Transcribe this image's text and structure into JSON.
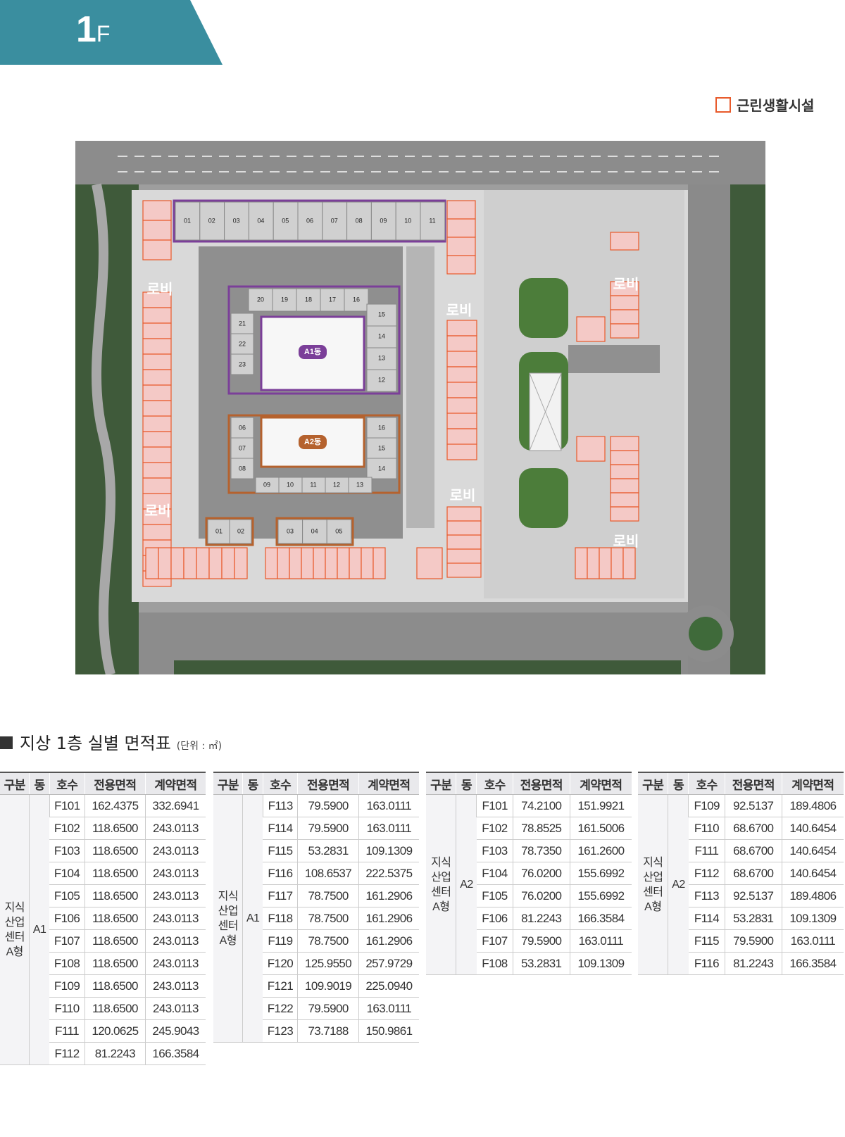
{
  "header": {
    "floor_number": "1",
    "floor_suffix": "F"
  },
  "legend": {
    "label": "근린생활시설",
    "color": "#e85a2b"
  },
  "plan": {
    "lobby_label": "로비",
    "buildings": [
      {
        "label": "A1동",
        "color": "#7b3f99"
      },
      {
        "label": "A2동",
        "color": "#b5622e"
      }
    ],
    "top_units": [
      "01",
      "02",
      "03",
      "04",
      "05",
      "06",
      "07",
      "08",
      "09",
      "10",
      "11"
    ],
    "a1_top_units": [
      "20",
      "19",
      "18",
      "17",
      "16"
    ],
    "a1_left_units": [
      "21",
      "22",
      "23"
    ],
    "a1_right_units": [
      "15",
      "14",
      "13",
      "12"
    ],
    "a2_left_units": [
      "06",
      "07",
      "08"
    ],
    "a2_right_units": [
      "16",
      "15",
      "14"
    ],
    "a2_bottom_units": [
      "09",
      "10",
      "11",
      "12",
      "13"
    ],
    "bottom_left_units": [
      "01",
      "02"
    ],
    "bottom_mid_units": [
      "03",
      "04",
      "05"
    ]
  },
  "section": {
    "title": "지상 1층 실별 면적표",
    "unit": "(단위 : ㎡)"
  },
  "table_headers": [
    "구분",
    "동",
    "호수",
    "전용면적",
    "계약면적"
  ],
  "tables": [
    {
      "group": [
        "지식",
        "산업",
        "센터",
        "A형"
      ],
      "dong": "A1",
      "rows": [
        [
          "F101",
          "162.4375",
          "332.6941"
        ],
        [
          "F102",
          "118.6500",
          "243.0113"
        ],
        [
          "F103",
          "118.6500",
          "243.0113"
        ],
        [
          "F104",
          "118.6500",
          "243.0113"
        ],
        [
          "F105",
          "118.6500",
          "243.0113"
        ],
        [
          "F106",
          "118.6500",
          "243.0113"
        ],
        [
          "F107",
          "118.6500",
          "243.0113"
        ],
        [
          "F108",
          "118.6500",
          "243.0113"
        ],
        [
          "F109",
          "118.6500",
          "243.0113"
        ],
        [
          "F110",
          "118.6500",
          "243.0113"
        ],
        [
          "F111",
          "120.0625",
          "245.9043"
        ],
        [
          "F112",
          "81.2243",
          "166.3584"
        ]
      ]
    },
    {
      "group": [
        "지식",
        "산업",
        "센터",
        "A형"
      ],
      "dong": "A1",
      "rows": [
        [
          "F113",
          "79.5900",
          "163.0111"
        ],
        [
          "F114",
          "79.5900",
          "163.0111"
        ],
        [
          "F115",
          "53.2831",
          "109.1309"
        ],
        [
          "F116",
          "108.6537",
          "222.5375"
        ],
        [
          "F117",
          "78.7500",
          "161.2906"
        ],
        [
          "F118",
          "78.7500",
          "161.2906"
        ],
        [
          "F119",
          "78.7500",
          "161.2906"
        ],
        [
          "F120",
          "125.9550",
          "257.9729"
        ],
        [
          "F121",
          "109.9019",
          "225.0940"
        ],
        [
          "F122",
          "79.5900",
          "163.0111"
        ],
        [
          "F123",
          "73.7188",
          "150.9861"
        ]
      ]
    },
    {
      "group": [
        "지식",
        "산업",
        "센터",
        "A형"
      ],
      "dong": "A2",
      "rows": [
        [
          "F101",
          "74.2100",
          "151.9921"
        ],
        [
          "F102",
          "78.8525",
          "161.5006"
        ],
        [
          "F103",
          "78.7350",
          "161.2600"
        ],
        [
          "F104",
          "76.0200",
          "155.6992"
        ],
        [
          "F105",
          "76.0200",
          "155.6992"
        ],
        [
          "F106",
          "81.2243",
          "166.3584"
        ],
        [
          "F107",
          "79.5900",
          "163.0111"
        ],
        [
          "F108",
          "53.2831",
          "109.1309"
        ]
      ]
    },
    {
      "group": [
        "지식",
        "산업",
        "센터",
        "A형"
      ],
      "dong": "A2",
      "rows": [
        [
          "F109",
          "92.5137",
          "189.4806"
        ],
        [
          "F110",
          "68.6700",
          "140.6454"
        ],
        [
          "F111",
          "68.6700",
          "140.6454"
        ],
        [
          "F112",
          "68.6700",
          "140.6454"
        ],
        [
          "F113",
          "92.5137",
          "189.4806"
        ],
        [
          "F114",
          "53.2831",
          "109.1309"
        ],
        [
          "F115",
          "79.5900",
          "163.0111"
        ],
        [
          "F116",
          "81.2243",
          "166.3584"
        ]
      ]
    }
  ]
}
